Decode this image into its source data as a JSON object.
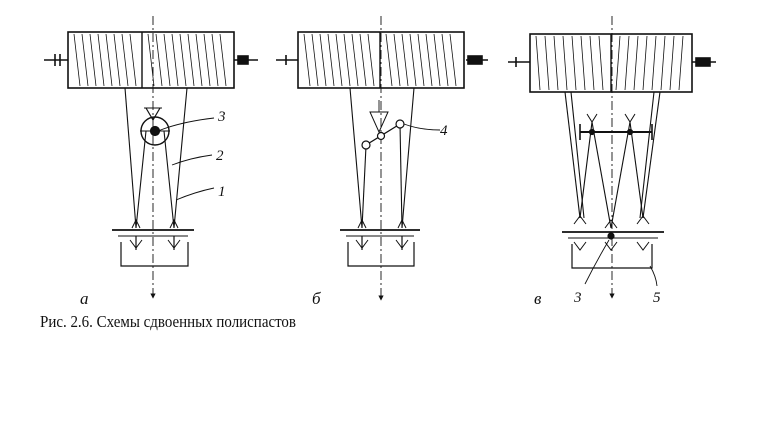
{
  "caption": "Рис. 2.6. Схемы сдвоенных полиспастов",
  "diagrams": [
    {
      "letter": "а",
      "callouts": [
        "3",
        "2",
        "1"
      ]
    },
    {
      "letter": "б",
      "callouts": [
        "4"
      ]
    },
    {
      "letter": "в",
      "callouts": [
        "3",
        "5"
      ]
    }
  ],
  "colors": {
    "ink": "#111111",
    "paper": "#ffffff"
  }
}
